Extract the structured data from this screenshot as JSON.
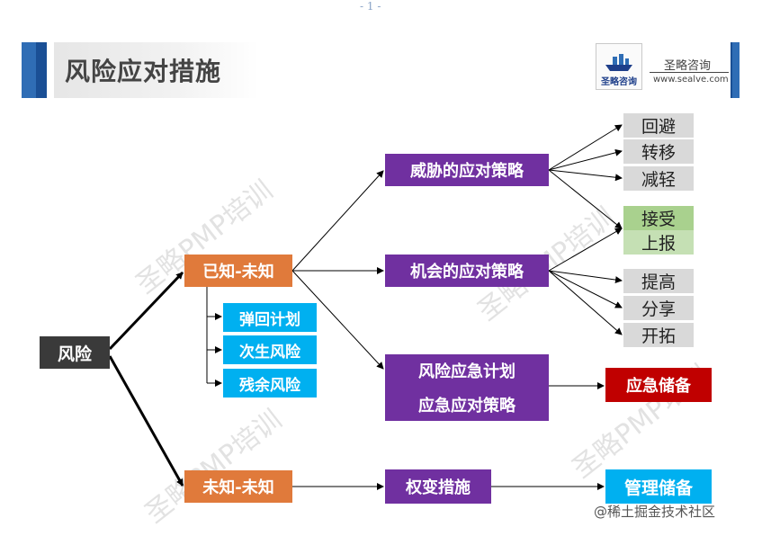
{
  "header": {
    "page_number": "- 1 -",
    "title": "风险应对措施",
    "brand_name": "圣略咨询",
    "brand_url": "www.sealve.com",
    "logo_text": "圣略咨询",
    "accent_color": "#2f6db5"
  },
  "diagram": {
    "root": "风险",
    "known": "已知-未知",
    "unknown": "未知-未知",
    "known_children": [
      "弹回计划",
      "次生风险",
      "残余风险"
    ],
    "threat_strategy": "威胁的应对策略",
    "opportunity_strategy": "机会的应对策略",
    "contingency_line1": "风险应急计划",
    "contingency_line2": "应急应对策略",
    "workaround": "权变措施",
    "contingency_reserve": "应急储备",
    "management_reserve": "管理储备",
    "threat_actions": [
      "回避",
      "转移",
      "减轻"
    ],
    "shared_actions": [
      "接受",
      "上报"
    ],
    "opportunity_actions": [
      "提高",
      "分享",
      "开拓"
    ]
  },
  "watermarks": [
    "圣略PMP培训",
    "圣略PMP培训",
    "圣略PMP培训",
    "圣略PMP培训"
  ],
  "footer": {
    "credit": "@稀土掘金技术社区"
  }
}
